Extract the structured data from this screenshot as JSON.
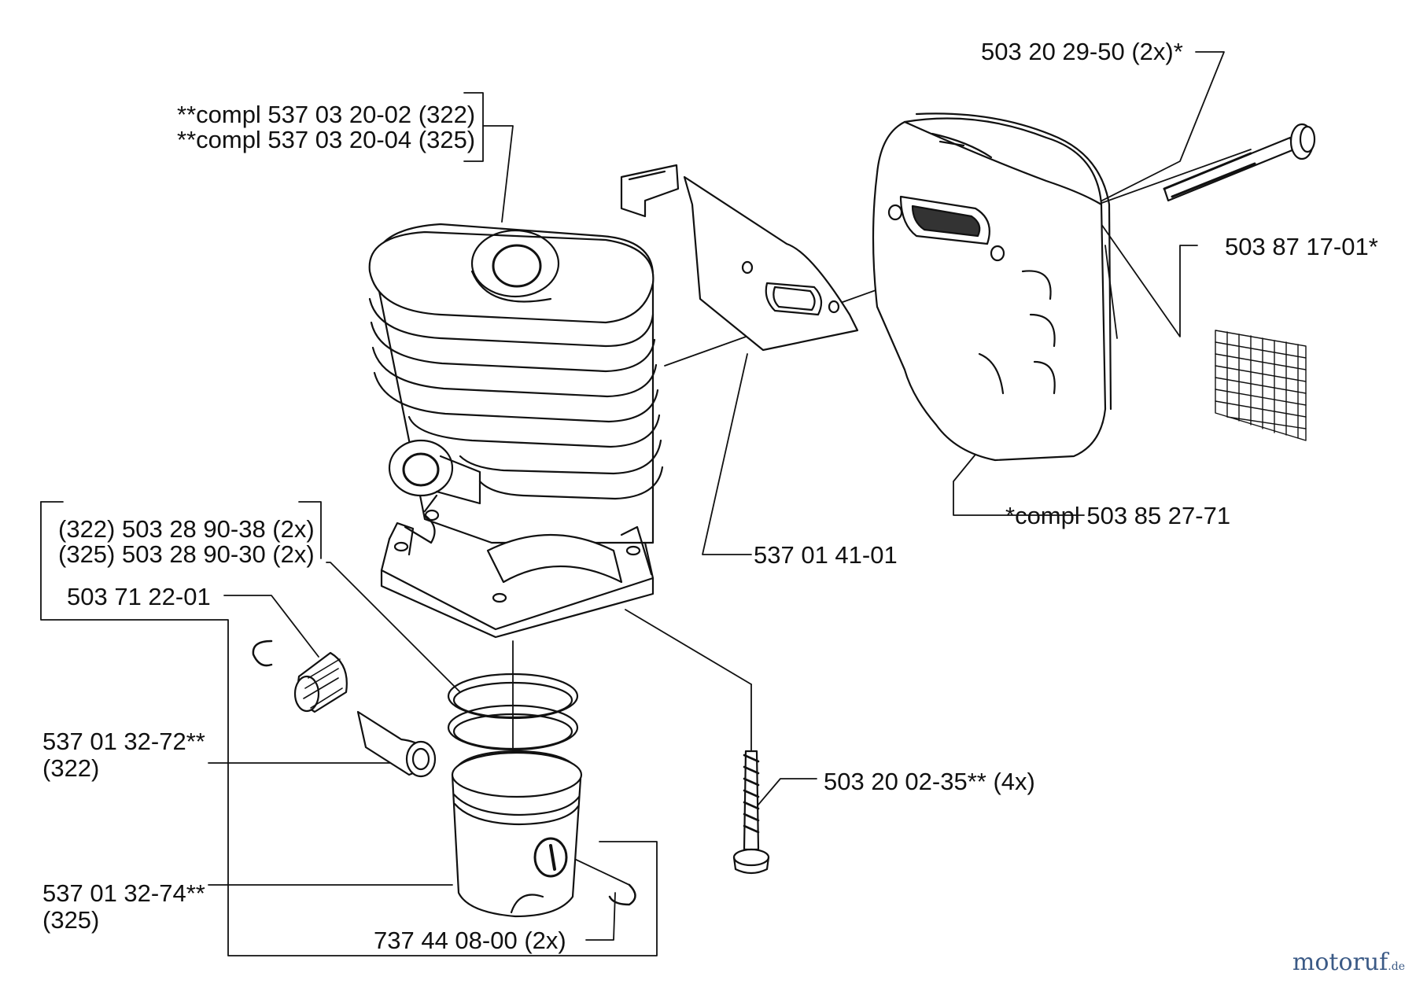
{
  "labels": {
    "cyl_322": "**compl 537 03 20-02 (322)",
    "cyl_325": "**compl 537 03 20-04 (325)",
    "screw_top": "503 20 29-50 (2x)*",
    "screen": "503 87 17-01*",
    "muffler": "*compl 503 85 27-71",
    "gasket": "537 01 41-01",
    "ring_322": "(322) 503 28 90-38 (2x)",
    "ring_325": "(325) 503 28 90-30 (2x)",
    "bearing": "503 71 22-01",
    "bolt": "503 20 02-35** (4x)",
    "piston_322": "537 01 32-72**",
    "piston_322_model": "(322)",
    "piston_325": "537 01 32-74**",
    "piston_325_model": "(325)",
    "circlip": "737 44 08-00 (2x)"
  },
  "watermark": {
    "brand": "motoruf",
    "tld": ".de"
  },
  "colors": {
    "ink": "#111111",
    "watermark_blue": "#3b5a86",
    "watermark_red": "#c0392b"
  }
}
